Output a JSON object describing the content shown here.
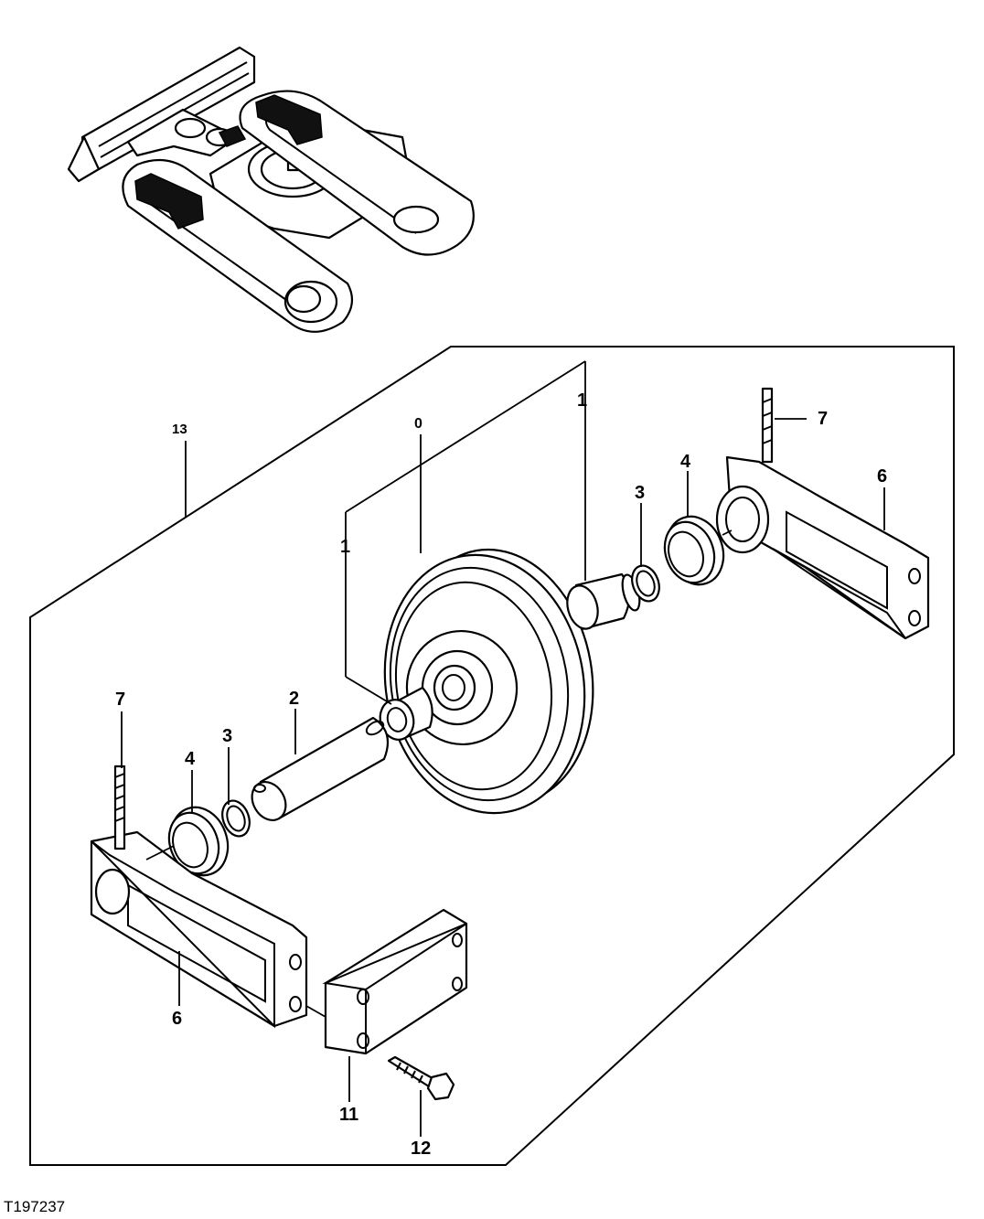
{
  "figure_id": "T197237",
  "callouts": {
    "c13": "13",
    "c0": "0",
    "c1_left": "1",
    "c1_right": "1",
    "c2": "2",
    "c3_left": "3",
    "c3_right": "3",
    "c4_left": "4",
    "c4_right": "4",
    "c6_left": "6",
    "c6_right": "6",
    "c7_left": "7",
    "c7_right": "7",
    "c11": "11",
    "c12": "12"
  }
}
